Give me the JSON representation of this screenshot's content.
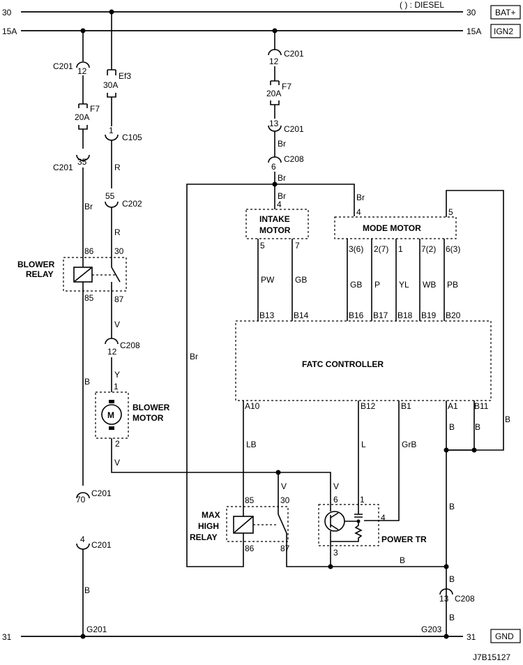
{
  "rails": {
    "bat_num": "30",
    "bat_amp": "",
    "bat_note": "( ) : DIESEL",
    "bat_tag": "BAT+",
    "ign_num": "15A",
    "ign_tag": "IGN2",
    "gnd_num": "31",
    "gnd_tag": "GND"
  },
  "connectors": {
    "c201_12": "12",
    "c201_12_name": "C201",
    "ef3": "Ef3",
    "ef3_amp": "30A",
    "f7_left": "F7",
    "f7_left_amp": "20A",
    "c105_pin": "1",
    "c105": "C105",
    "c201_35": "35",
    "c201_35_name": "C201",
    "c202_pin": "55",
    "c202": "C202",
    "c201_12b": "12",
    "c201_12b_name": "C201",
    "f7_right": "F7",
    "f7_right_amp": "20A",
    "c201_13": "13",
    "c201_13_name": "C201",
    "c208_6": "6",
    "c208_6_name": "C208",
    "c208_12": "12",
    "c208_12_name": "C208",
    "c201_70": "70",
    "c201_70_name": "C201",
    "c201_4": "4",
    "c201_4_name": "C201",
    "c208_13": "13",
    "c208_13_name": "C208",
    "g201": "G201",
    "g203": "G203"
  },
  "wires": {
    "br1": "Br",
    "r1": "R",
    "r2": "R",
    "br2": "Br",
    "br3": "Br",
    "br4": "Br",
    "br5": "Br",
    "v1": "V",
    "y1": "Y",
    "b1": "B",
    "v2": "V",
    "b2": "B",
    "pw": "PW",
    "gb1": "GB",
    "gb2": "GB",
    "p": "P",
    "yl": "YL",
    "wb": "WB",
    "pb": "PB",
    "br_side": "Br",
    "lb": "LB",
    "l": "L",
    "grb": "GrB",
    "b3": "B",
    "b4": "B",
    "b5": "B",
    "v3": "V",
    "v4": "V",
    "b6": "B",
    "b7": "B",
    "b8": "B",
    "b9": "B"
  },
  "components": {
    "blower_relay": [
      "BLOWER",
      "RELAY"
    ],
    "br_p86": "86",
    "br_p30": "30",
    "br_p85": "85",
    "br_p87": "87",
    "blower_motor": [
      "BLOWER",
      "MOTOR"
    ],
    "motor_symbol": "M",
    "bm_p1": "1",
    "bm_p2": "2",
    "intake_motor": [
      "INTAKE",
      "MOTOR"
    ],
    "im_p4": "4",
    "im_p5": "5",
    "im_p7": "7",
    "mode_motor": "MODE MOTOR",
    "mm_p4": "4",
    "mm_p36": "3(6)",
    "mm_p27": "2(7)",
    "mm_p1": "1",
    "mm_p72": "7(2)",
    "mm_p63": "6(3)",
    "mm_p5": "5",
    "fatc": "FATC CONTROLLER",
    "b13": "B13",
    "b14": "B14",
    "b16": "B16",
    "b17": "B17",
    "b18": "B18",
    "b19": "B19",
    "b20": "B20",
    "a10": "A10",
    "b12": "B12",
    "b1": "B1",
    "a1": "A1",
    "b11": "B11",
    "max_relay": [
      "MAX",
      "HIGH",
      "RELAY"
    ],
    "mr_p85": "85",
    "mr_p30": "30",
    "mr_p86": "86",
    "mr_p87": "87",
    "power_tr": "POWER TR",
    "pt_p6": "6",
    "pt_p1": "1",
    "pt_p4": "4",
    "pt_p3": "3"
  },
  "footer": {
    "code": "J7B15127"
  }
}
